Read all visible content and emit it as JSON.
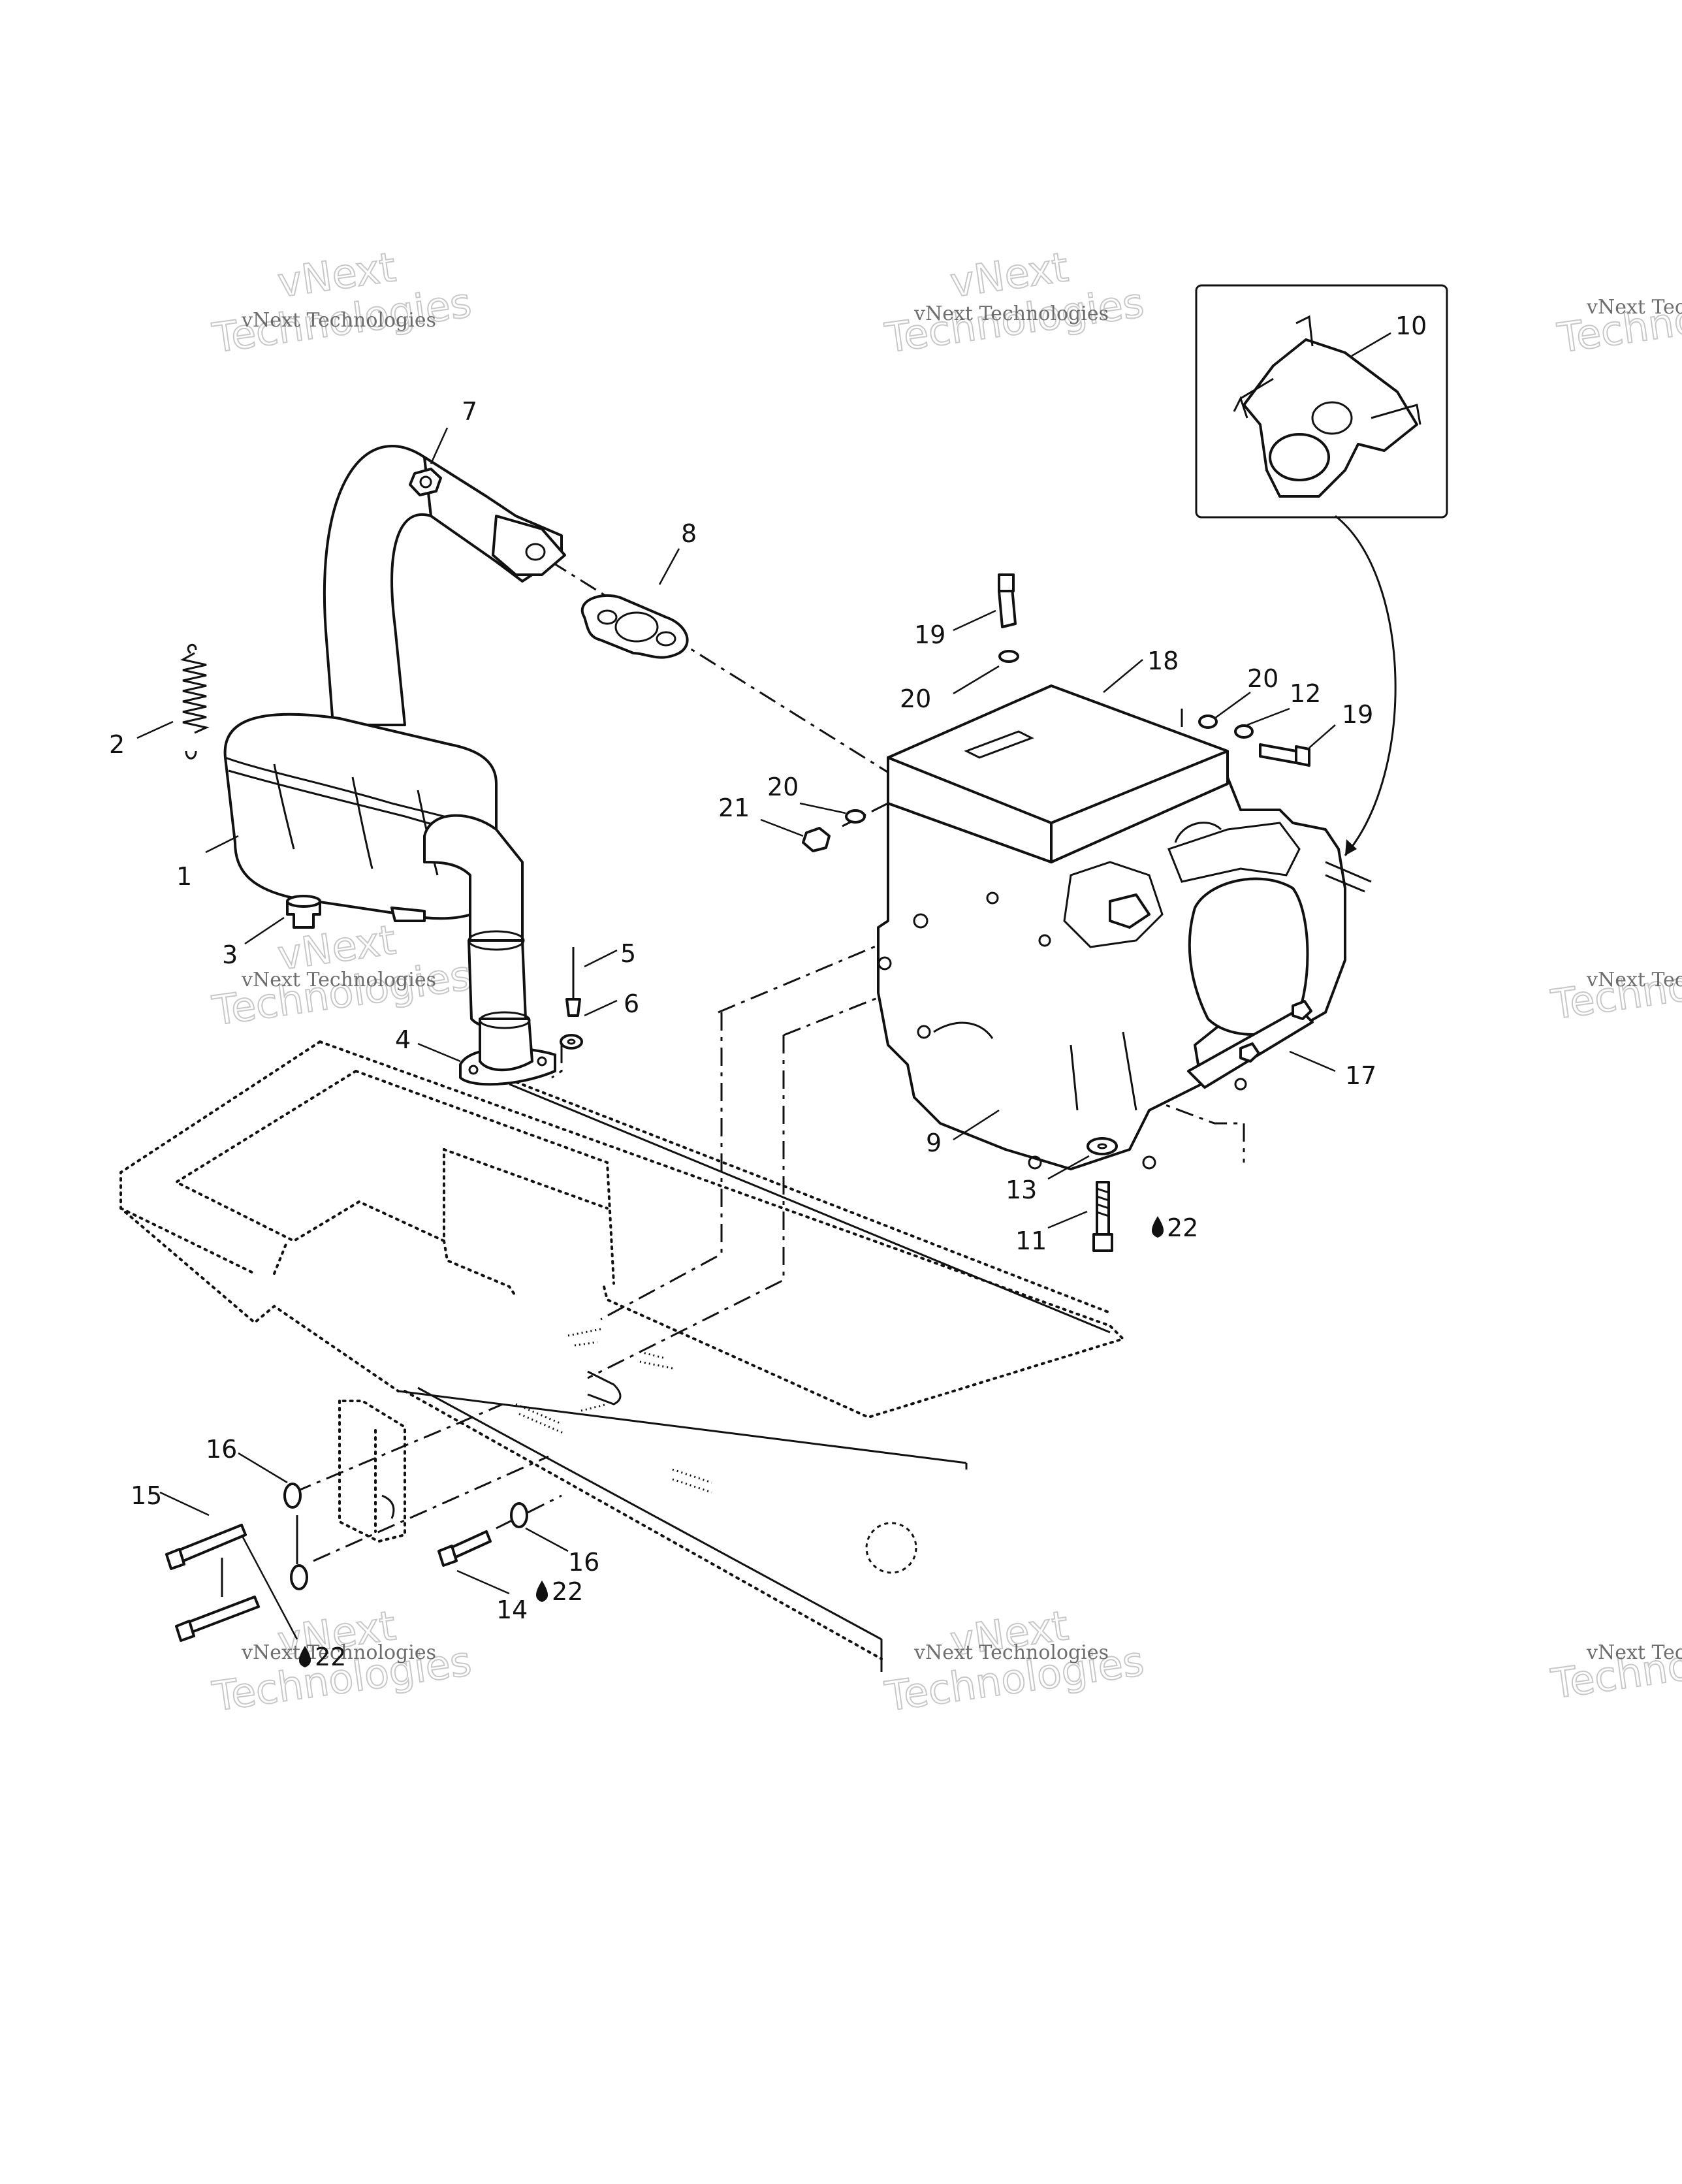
{
  "watermark": {
    "line1": "vNext Technologies",
    "line2": "vNext",
    "line3": "Technologies"
  },
  "callouts": [
    {
      "id": "1",
      "text": "1"
    },
    {
      "id": "2",
      "text": "2"
    },
    {
      "id": "3",
      "text": "3"
    },
    {
      "id": "4",
      "text": "4"
    },
    {
      "id": "5",
      "text": "5"
    },
    {
      "id": "6",
      "text": "6"
    },
    {
      "id": "7",
      "text": "7"
    },
    {
      "id": "8",
      "text": "8"
    },
    {
      "id": "9",
      "text": "9"
    },
    {
      "id": "10",
      "text": "10"
    },
    {
      "id": "11",
      "text": "11"
    },
    {
      "id": "12",
      "text": "12"
    },
    {
      "id": "13",
      "text": "13"
    },
    {
      "id": "14",
      "text": "14"
    },
    {
      "id": "15",
      "text": "15"
    },
    {
      "id": "16a",
      "text": "16"
    },
    {
      "id": "16b",
      "text": "16"
    },
    {
      "id": "17",
      "text": "17"
    },
    {
      "id": "18",
      "text": "18"
    },
    {
      "id": "19a",
      "text": "19"
    },
    {
      "id": "19b",
      "text": "19"
    },
    {
      "id": "20a",
      "text": "20"
    },
    {
      "id": "20b",
      "text": "20"
    },
    {
      "id": "20c",
      "text": "20"
    },
    {
      "id": "21",
      "text": "21"
    },
    {
      "id": "22a",
      "text": "22"
    },
    {
      "id": "22b",
      "text": "22"
    },
    {
      "id": "22c",
      "text": "22"
    }
  ],
  "icons": {
    "adhesive_drop": "drop-icon"
  }
}
